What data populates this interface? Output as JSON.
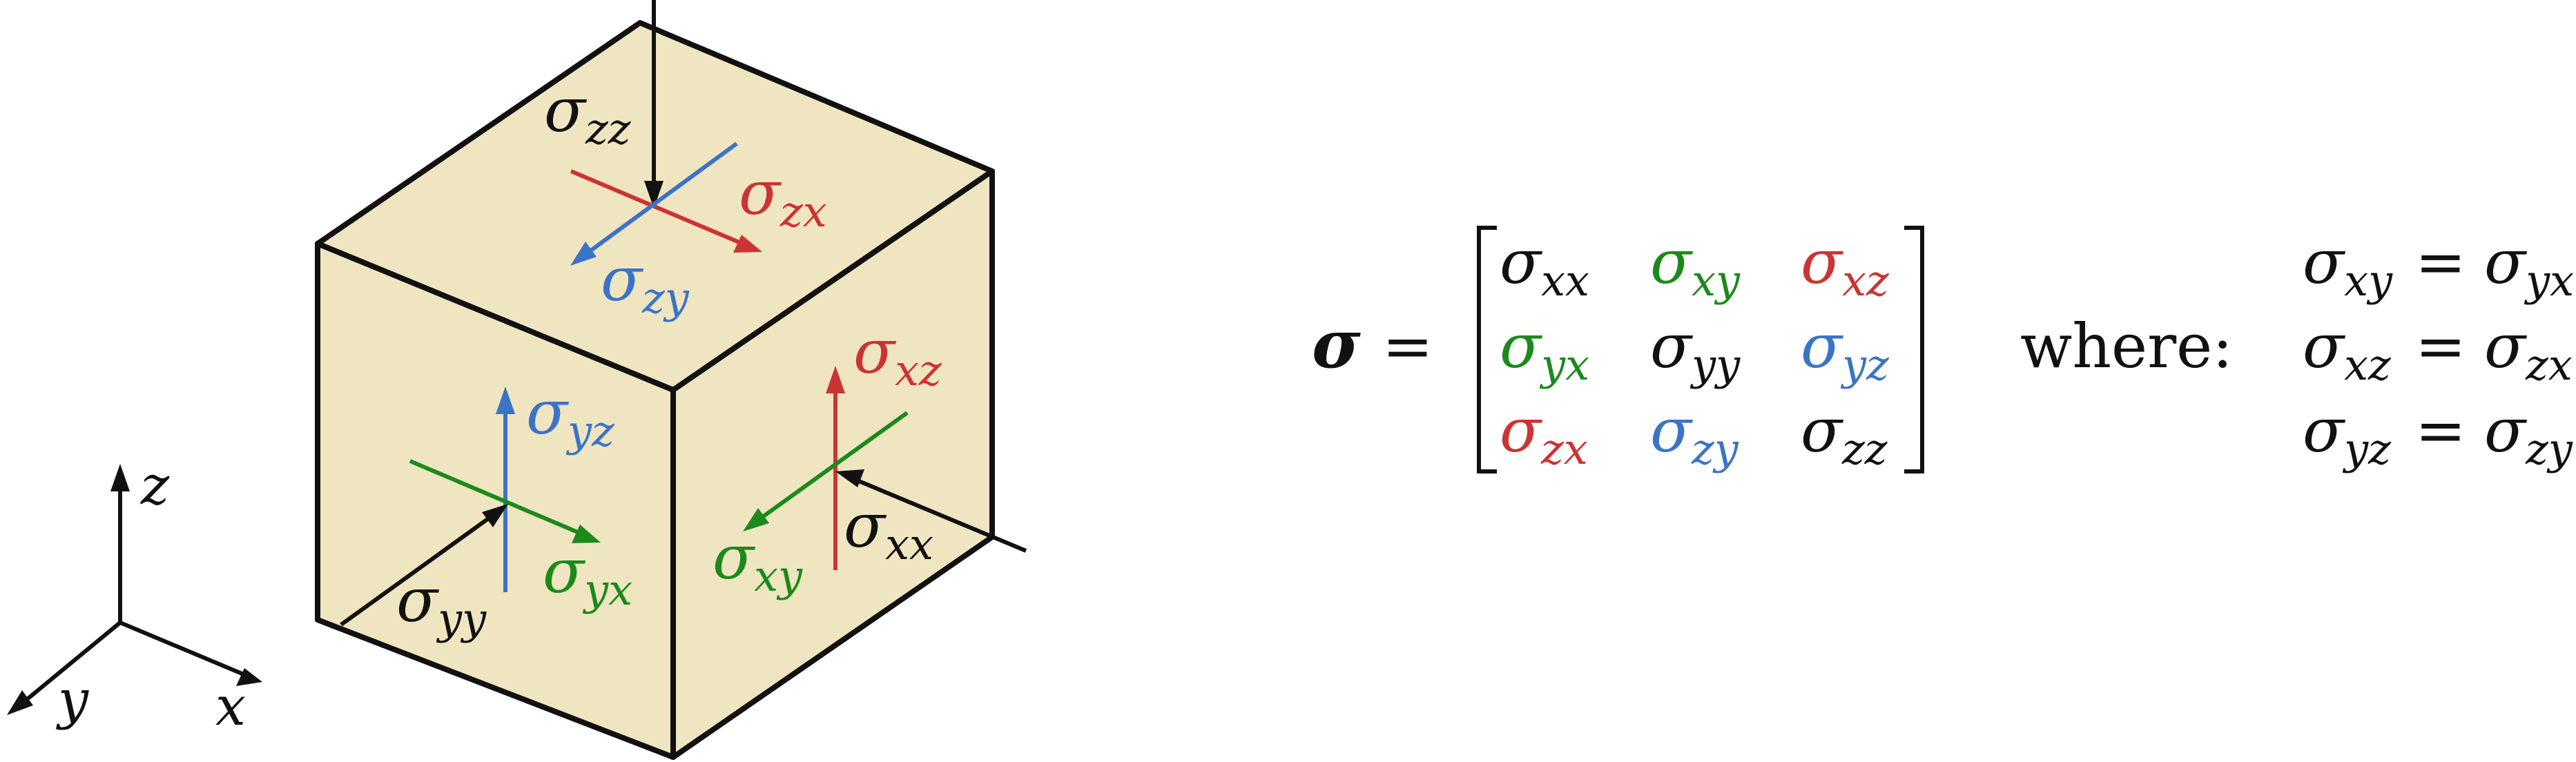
{
  "colors": {
    "black": "#111111",
    "red": "#cc3333",
    "green": "#1b8a1b",
    "blue": "#3a74c6",
    "cube_fill": "#efe5c0",
    "stroke": "#111111"
  },
  "axes": {
    "x": "x",
    "y": "y",
    "z": "z"
  },
  "cube_labels": {
    "top": {
      "zz": {
        "sigma": "σ",
        "sub": "zz"
      },
      "zx": {
        "sigma": "σ",
        "sub": "zx"
      },
      "zy": {
        "sigma": "σ",
        "sub": "zy"
      }
    },
    "front": {
      "yz": {
        "sigma": "σ",
        "sub": "yz"
      },
      "yx": {
        "sigma": "σ",
        "sub": "yx"
      },
      "yy": {
        "sigma": "σ",
        "sub": "yy"
      }
    },
    "right": {
      "xz": {
        "sigma": "σ",
        "sub": "xz"
      },
      "xy": {
        "sigma": "σ",
        "sub": "xy"
      },
      "xx": {
        "sigma": "σ",
        "sub": "xx"
      }
    }
  },
  "matrix": {
    "lhs": "σ",
    "equals": "=",
    "rows": [
      [
        {
          "sub": "xx",
          "color": "black"
        },
        {
          "sub": "xy",
          "color": "green"
        },
        {
          "sub": "xz",
          "color": "red"
        }
      ],
      [
        {
          "sub": "yx",
          "color": "green"
        },
        {
          "sub": "yy",
          "color": "black"
        },
        {
          "sub": "yz",
          "color": "blue"
        }
      ],
      [
        {
          "sub": "zx",
          "color": "red"
        },
        {
          "sub": "zy",
          "color": "blue"
        },
        {
          "sub": "zz",
          "color": "black"
        }
      ]
    ]
  },
  "where_label": "where:",
  "symmetry": [
    {
      "lhs": "xy",
      "eq": "=",
      "rhs": "yx"
    },
    {
      "lhs": "xz",
      "eq": "=",
      "rhs": "zx"
    },
    {
      "lhs": "yz",
      "eq": "=",
      "rhs": "zy"
    }
  ]
}
